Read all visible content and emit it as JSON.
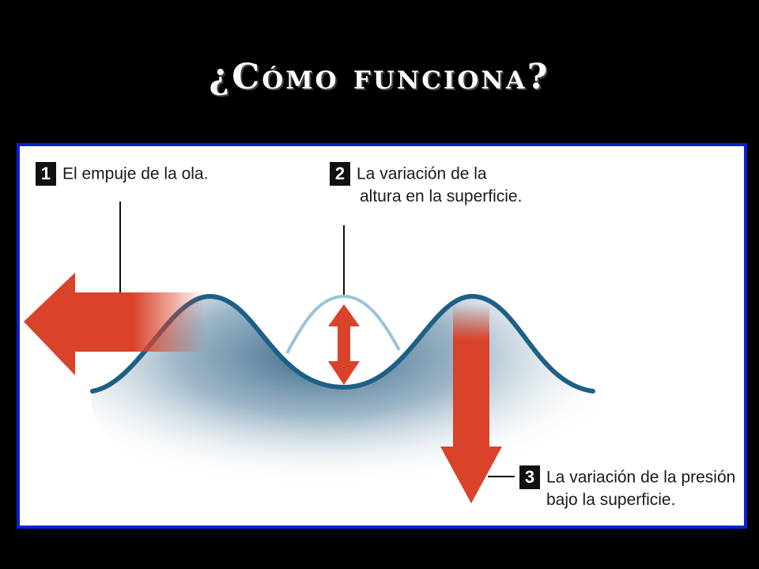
{
  "title": "¿Cómo funciona?",
  "labels": [
    {
      "number": "1",
      "line1": "El empuje de la ola.",
      "line2": ""
    },
    {
      "number": "2",
      "line1": "La variación de la",
      "line2": "altura en la superficie."
    },
    {
      "number": "3",
      "line1": "La variación de la presión",
      "line2": "bajo la superficie."
    }
  ],
  "colors": {
    "background": "#000000",
    "panel": "#ffffff",
    "border": "#0a1fd6",
    "wave": "#1e5f86",
    "wave_light": "#9cc3da",
    "arrow": "#d8432a"
  },
  "icons": [
    "left-arrow-icon",
    "double-arrow-icon",
    "down-arrow-icon"
  ]
}
